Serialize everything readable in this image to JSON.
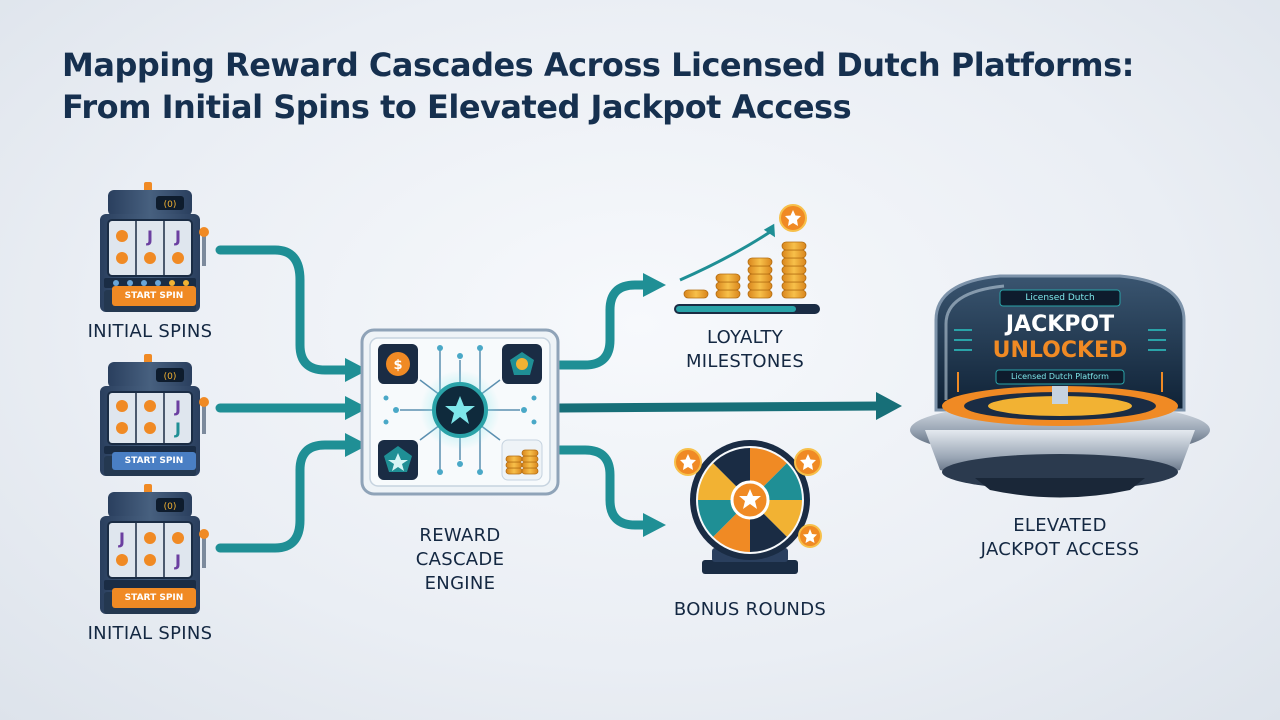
{
  "title": {
    "line1": "Mapping Reward Cascades Across Licensed Dutch Platforms:",
    "line2": "From Initial Spins to Elevated Jackpot Access"
  },
  "slots": [
    {
      "label": "INITIAL SPINS",
      "button": "START SPIN",
      "reel_text": "J"
    },
    {
      "label": "",
      "button": "START SPIN",
      "reel_text": "J"
    },
    {
      "label": "INITIAL SPINS",
      "button": "START SPIN",
      "reel_text": "J"
    }
  ],
  "engine": {
    "label_lines": [
      "REWARD",
      "CASCADE",
      "ENGINE"
    ]
  },
  "loyalty": {
    "label_lines": [
      "LOYALTY",
      "MILESTONES"
    ]
  },
  "bonus": {
    "label": "BONUS ROUNDS"
  },
  "jackpot": {
    "top_text": "Licensed Dutch",
    "line1": "JACKPOT",
    "line2": "UNLOCKED",
    "bottom_text": "Licensed Dutch Platform",
    "label_lines": [
      "ELEVATED",
      "JACKPOT ACCESS"
    ]
  },
  "colors": {
    "teal": "#1f8f95",
    "navy": "#16304f",
    "orange": "#f08a24",
    "gold": "#f2b233"
  }
}
